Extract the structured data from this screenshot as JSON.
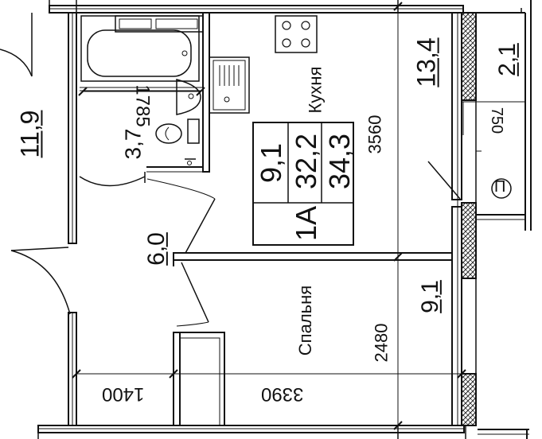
{
  "rooms": {
    "kitchen": "Кухня",
    "bedroom": "Спальня"
  },
  "areas": {
    "left_outer": "11,9",
    "bathroom": "3,7",
    "hall": "6,0",
    "kitchen": "13,4",
    "balcony": "2,1",
    "bedroom": "9,1"
  },
  "dimensions": {
    "bath_width": "1785",
    "kitchen_depth": "3560",
    "bedroom_depth": "2480",
    "hall_width": "1400",
    "bedroom_width": "3390",
    "balcony_width": "750"
  },
  "summary": {
    "living": "9,1",
    "total": "32,2",
    "total_with_balcony": "34,3",
    "type": "1А"
  },
  "marks": {
    "vent": "П"
  }
}
